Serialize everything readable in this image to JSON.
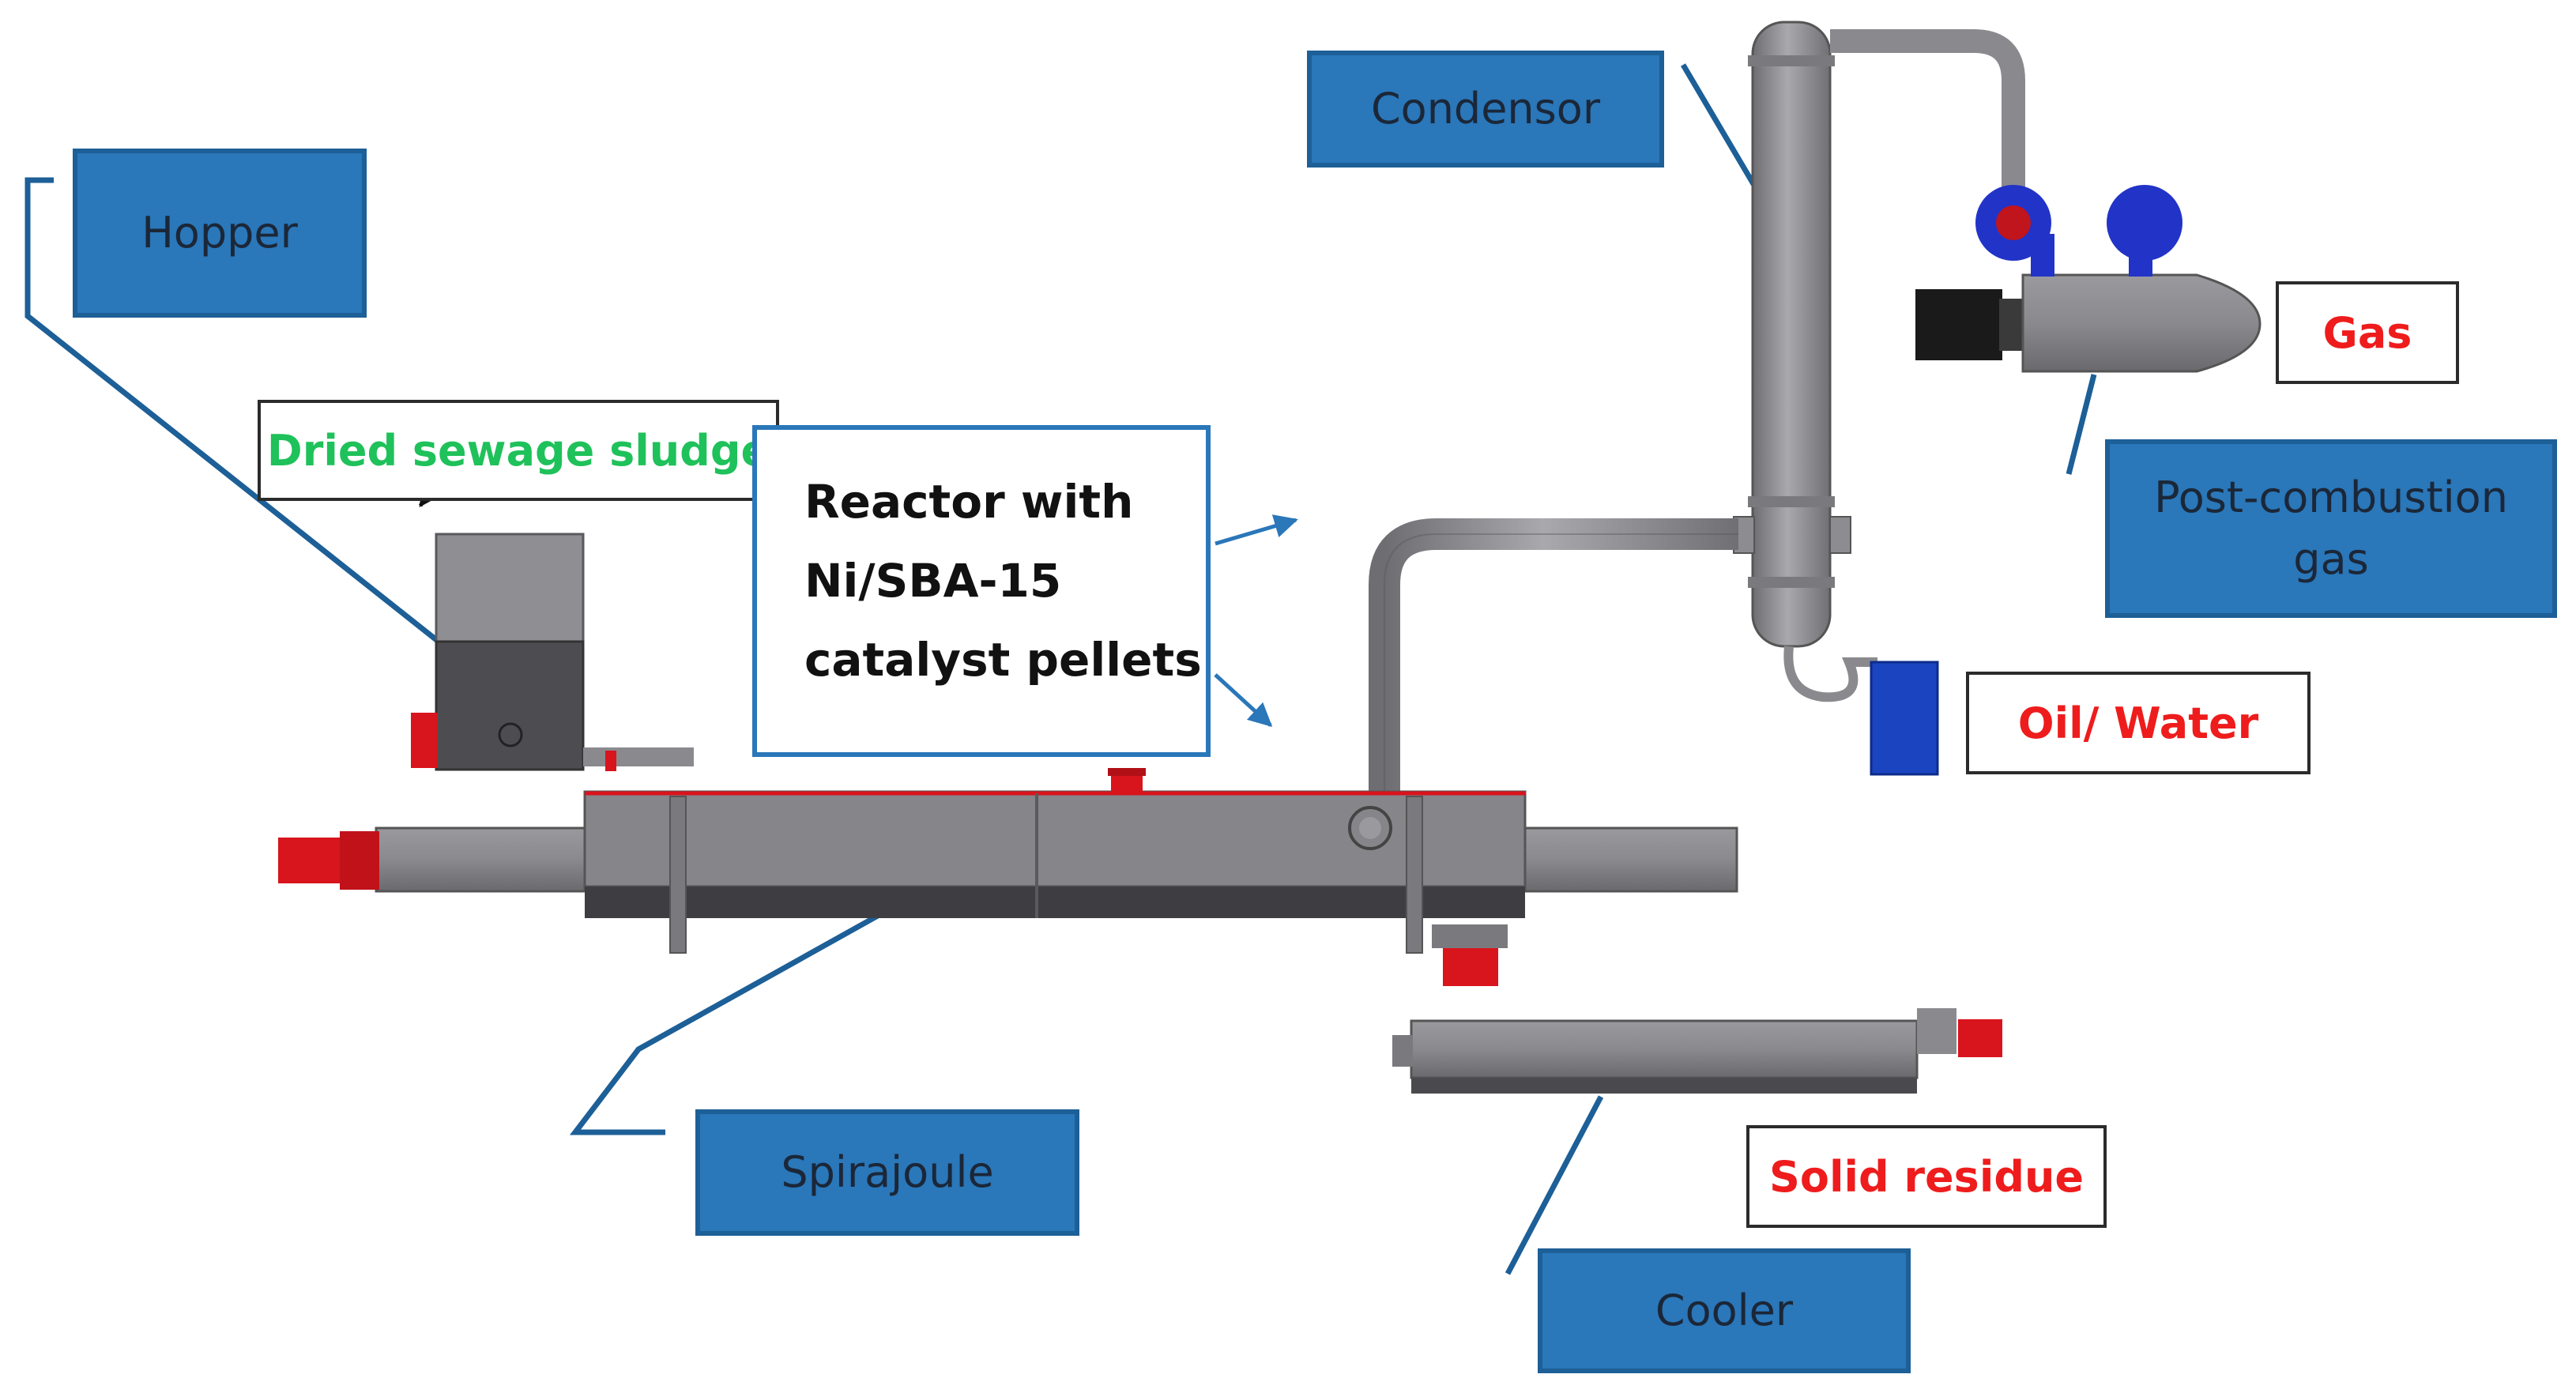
{
  "labels": {
    "hopper": "Hopper",
    "condensor": "Condensor",
    "spirajoule": "Spirajoule",
    "cooler": "Cooler",
    "post_combustion_line1": "Post-combustion",
    "post_combustion_line2": "gas"
  },
  "outputs": {
    "dried_sludge": "Dried sewage sludge",
    "gas": "Gas",
    "oil_water": "Oil/ Water",
    "solid_residue": "Solid residue"
  },
  "reactor": {
    "line1": "Reactor with",
    "line2": "Ni/SBA-15",
    "line3": "catalyst pellets"
  },
  "colors": {
    "label_fill": "#2a77b9",
    "equipment_gray": "#8a8a8e",
    "equipment_dark": "#4e4e52",
    "motor_red": "#d8141c",
    "pump_blue": "#2233c8",
    "output_red": "#ee1c1c",
    "input_green": "#1fc15a"
  }
}
